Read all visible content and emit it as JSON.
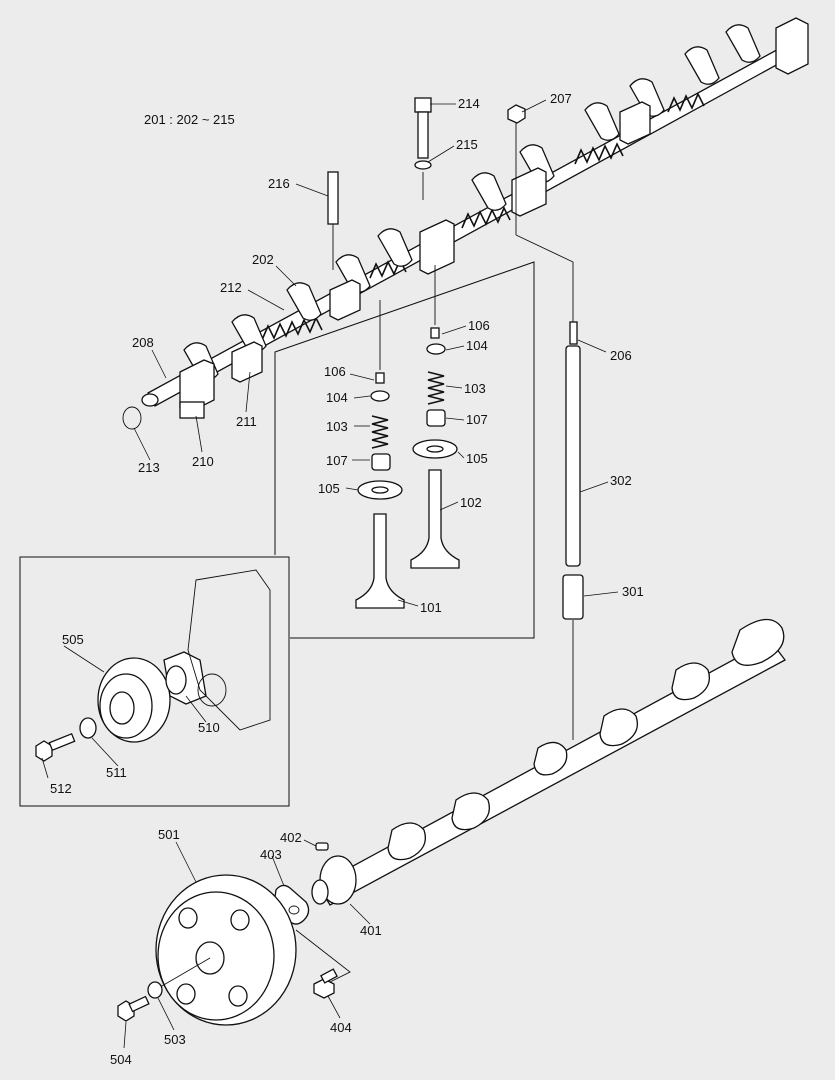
{
  "group_note": "201 : 202 ~ 215",
  "labels": {
    "l101": "101",
    "l102": "102",
    "l103a": "103",
    "l103b": "103",
    "l104a": "104",
    "l104b": "104",
    "l105a": "105",
    "l105b": "105",
    "l106a": "106",
    "l106b": "106",
    "l107a": "107",
    "l107b": "107",
    "l202": "202",
    "l206": "206",
    "l207": "207",
    "l208": "208",
    "l210": "210",
    "l211": "211",
    "l212": "212",
    "l213": "213",
    "l214": "214",
    "l215": "215",
    "l216": "216",
    "l301": "301",
    "l302": "302",
    "l401": "401",
    "l402": "402",
    "l403": "403",
    "l404": "404",
    "l501": "501",
    "l503": "503",
    "l504": "504",
    "l505": "505",
    "l510": "510",
    "l511": "511",
    "l512": "512"
  },
  "colors": {
    "background": "#ececec",
    "line": "#111111",
    "part_fill": "#ffffff"
  }
}
